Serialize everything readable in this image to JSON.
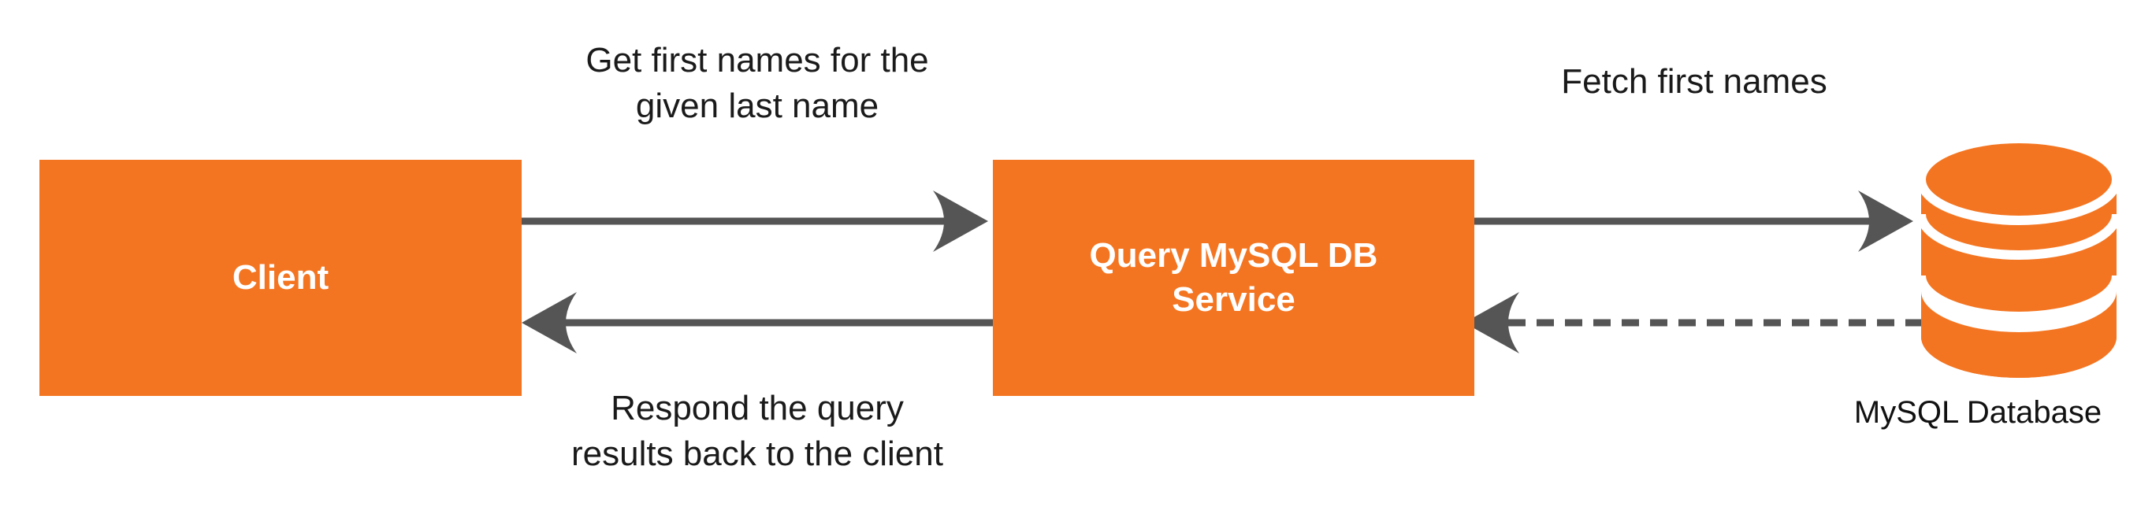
{
  "diagram": {
    "client": {
      "label": "Client"
    },
    "service": {
      "line1": "Query MySQL DB",
      "line2": "Service"
    },
    "database": {
      "label": "MySQL Database",
      "icon": "database-icon"
    },
    "edges": {
      "request": {
        "line1": "Get first names for the",
        "line2": "given last name"
      },
      "fetch": {
        "label": "Fetch first names"
      },
      "response": {
        "line1": "Respond the query",
        "line2": "results back to the client"
      }
    },
    "colors": {
      "box": "#f47521",
      "arrow": "#555555",
      "text_on_box": "#ffffff"
    }
  }
}
